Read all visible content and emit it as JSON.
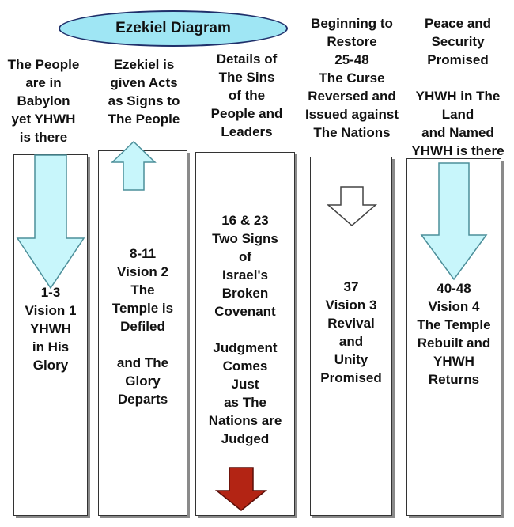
{
  "title": "Ezekiel Diagram",
  "colors": {
    "ellipse_fill": "#9fe6f4",
    "ellipse_stroke": "#1f2f6a",
    "light_arrow": "#c8f6fb",
    "light_arrow_stroke": "#4c8f9a",
    "white_arrow": "#ffffff",
    "red_arrow": "#b32414",
    "red_arrow_stroke": "#5a0e08"
  },
  "columns": [
    {
      "header": "The People\nare in\nBabylon\nyet YHWH\nis there",
      "body": "1-3\nVision 1\nYHWH\nin His\nGlory",
      "arrow": "arrow-down-icon"
    },
    {
      "header": "Ezekiel is\ngiven Acts\nas Signs to\nThe People",
      "body": "8-11\nVision 2\nThe\nTemple is\nDefiled\n\nand The\nGlory\nDeparts",
      "arrow": "arrow-up-icon"
    },
    {
      "header": "Details of\nThe Sins\nof the\nPeople and\nLeaders",
      "body": "16 & 23\nTwo Signs\nof\nIsrael's\nBroken\nCovenant\n\nJudgment\nComes\nJust\nas The\nNations are\nJudged",
      "arrow": "arrow-down-red-icon"
    },
    {
      "header": "Beginning to\nRestore\n25-48\nThe Curse\nReversed and\nIssued against\nThe Nations",
      "body": "37\nVision 3\nRevival\nand\nUnity\nPromised",
      "arrow": "arrow-down-outline-icon"
    },
    {
      "header": "Peace and\nSecurity\nPromised\n\nYHWH in The\nLand\nand Named\nYHWH is there",
      "body": "40-48\nVision 4\nThe Temple\nRebuilt and\nYHWH\nReturns",
      "arrow": "arrow-down-icon"
    }
  ]
}
